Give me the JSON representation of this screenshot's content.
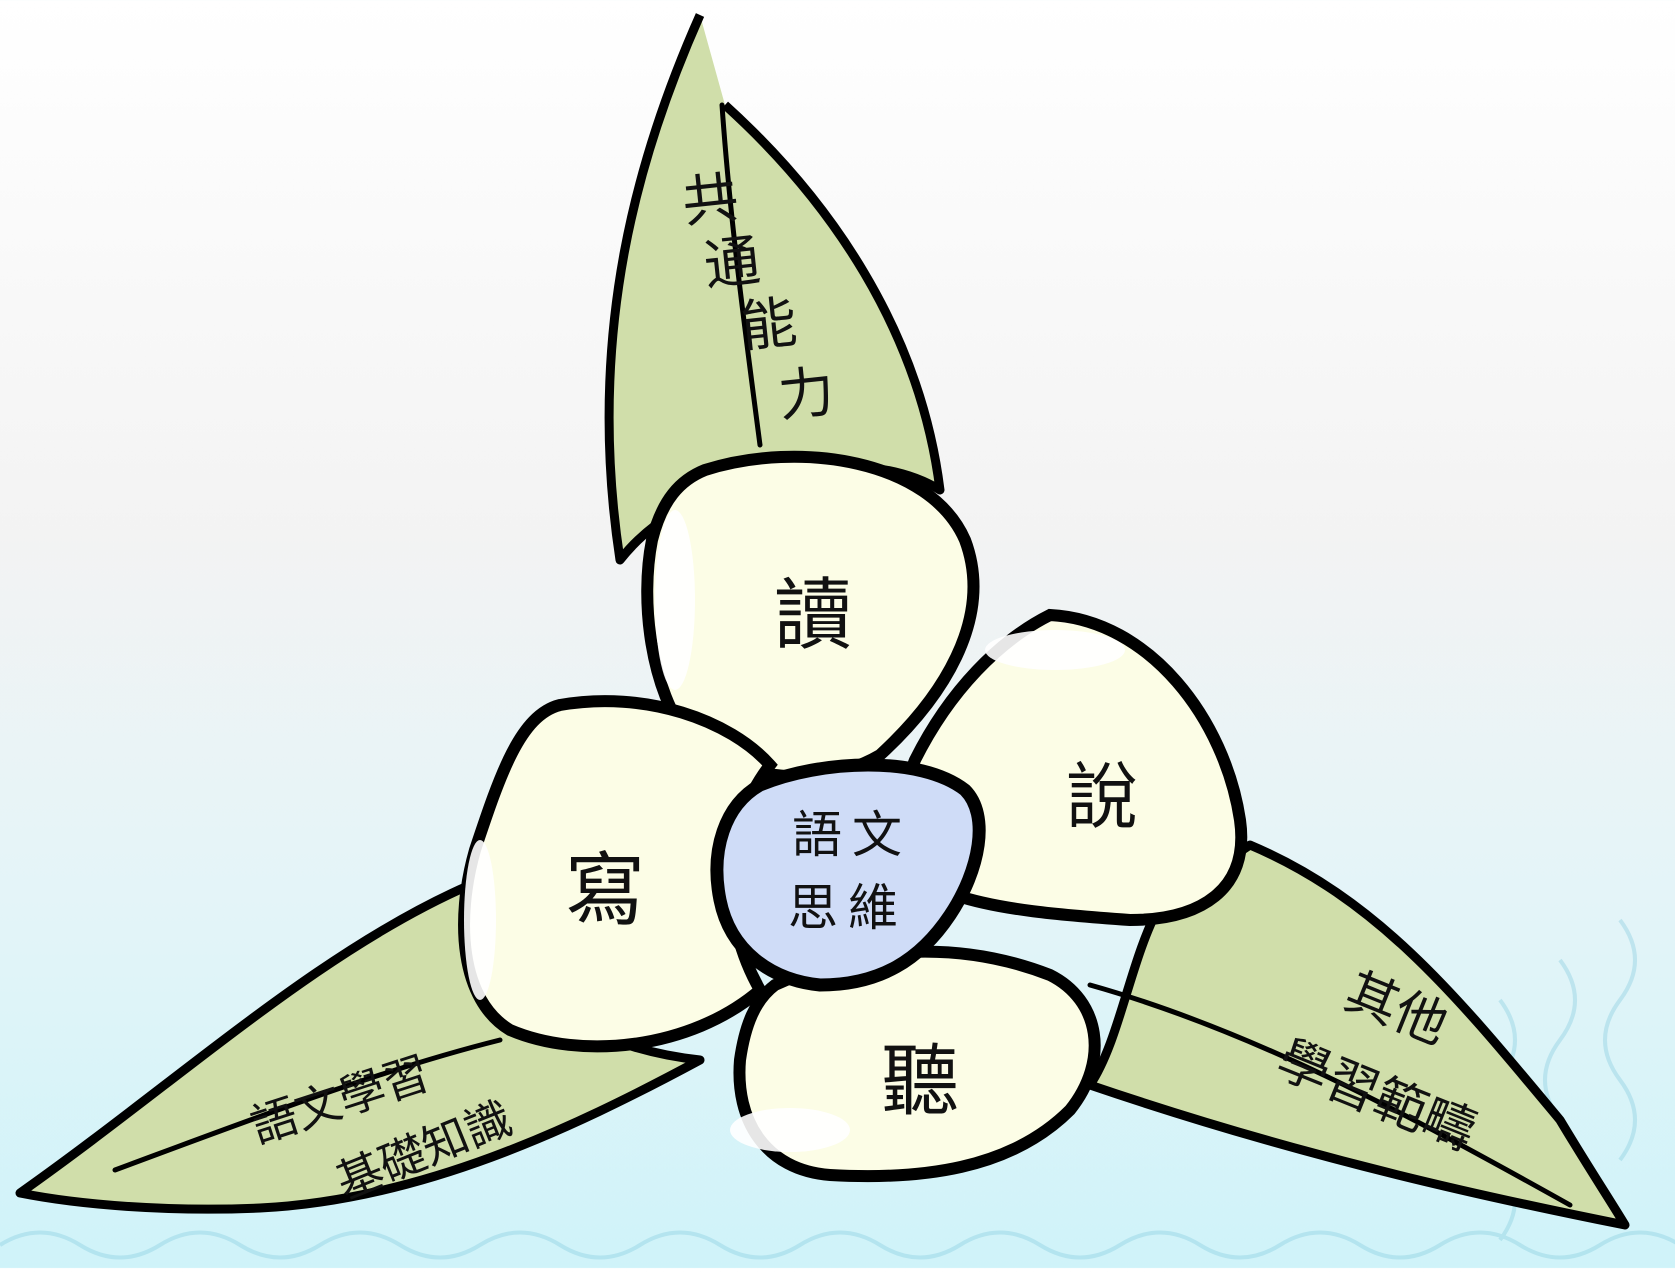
{
  "diagram": {
    "leaves": {
      "top": {
        "lines": [
          "共",
          "通",
          "能",
          "力"
        ]
      },
      "left": {
        "lines": [
          "語文學習",
          "基礎知識"
        ]
      },
      "right": {
        "lines": [
          "其他",
          "學習範疇"
        ]
      }
    },
    "petals": {
      "top": "讀",
      "right": "說",
      "left": "寫",
      "bottom": "聽"
    },
    "center": {
      "lines": [
        "語文",
        "思維"
      ]
    }
  },
  "colors": {
    "leaf": "#d0deaa",
    "petal": "#fcfde6",
    "center": "#cfdcf7",
    "outline": "#000000"
  }
}
